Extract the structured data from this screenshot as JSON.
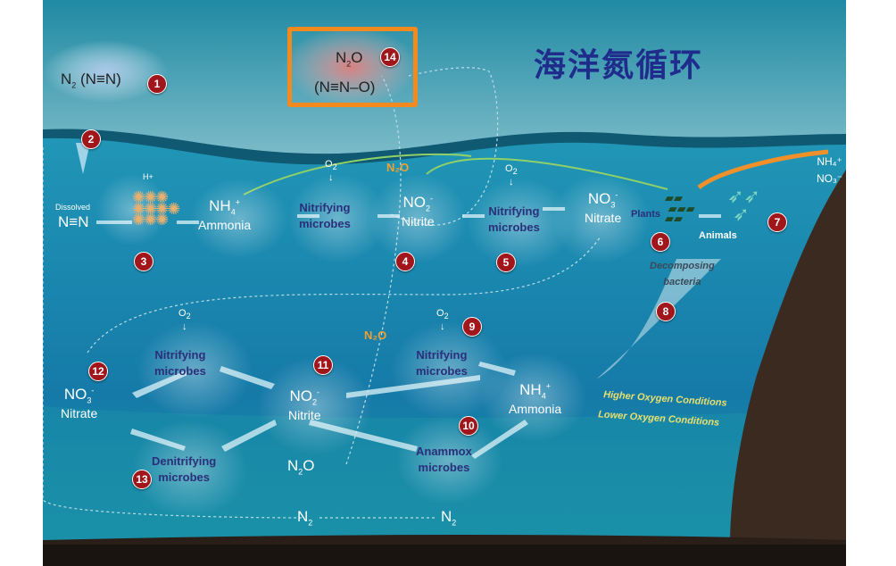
{
  "title": "海洋氮循环",
  "atmosphere": {
    "n2": "N",
    "n2_sub": "2",
    "n2_bond": " (N≡N)",
    "n2o": "N",
    "n2o_sub": "2",
    "n2o_o": "O",
    "n2o_bond": "(N≡N–O)"
  },
  "surface": {
    "dissolved": "Dissolved",
    "nn": "N≡N",
    "hplus": "H+",
    "nh4": "NH",
    "nh4_sub": "4",
    "nh4_sup": "+",
    "ammonia": "Ammonia",
    "o2": "O",
    "o2_sub": "2",
    "nitrifying": "Nitrifying",
    "microbes": "microbes",
    "no2": "NO",
    "no2_sub": "2",
    "no2_sup": "-",
    "nitrite": "Nitrite",
    "no3": "NO",
    "no3_sub": "3",
    "no3_sup": "-",
    "nitrate": "Nitrate",
    "n2o_orange": "N₂O",
    "plants": "Plants",
    "animals": "Animals",
    "decomposing": "Decomposing",
    "bacteria": "bacteria",
    "runoff_nh4": "NH₄⁺",
    "runoff_no3": "NO₃⁻"
  },
  "deep": {
    "nitrifying": "Nitrifying",
    "microbes": "microbes",
    "denitrifying": "Denitrifying",
    "anammox": "Anammox",
    "no3": "NO",
    "no3_sub": "3",
    "no3_sup": "-",
    "nitrate": "Nitrate",
    "no2": "NO",
    "no2_sub": "2",
    "no2_sup": "-",
    "nitrite": "Nitrite",
    "nh4": "NH",
    "nh4_sub": "4",
    "nh4_sup": "+",
    "ammonia": "Ammonia",
    "n2o": "N",
    "n2o_sub": "2",
    "n2o_o": "O",
    "n2": "N",
    "n2_sub": "2",
    "o2": "O",
    "o2_sub": "2",
    "n2o_orange": "N₂O",
    "higher": "Higher Oxygen Conditions",
    "lower": "Lower Oxygen Conditions"
  },
  "badges": [
    "1",
    "2",
    "3",
    "4",
    "5",
    "6",
    "7",
    "8",
    "9",
    "10",
    "11",
    "12",
    "13",
    "14"
  ],
  "colors": {
    "badge": "#a0161b",
    "highlight": "#f38a1e",
    "title": "#1f2c8c"
  }
}
